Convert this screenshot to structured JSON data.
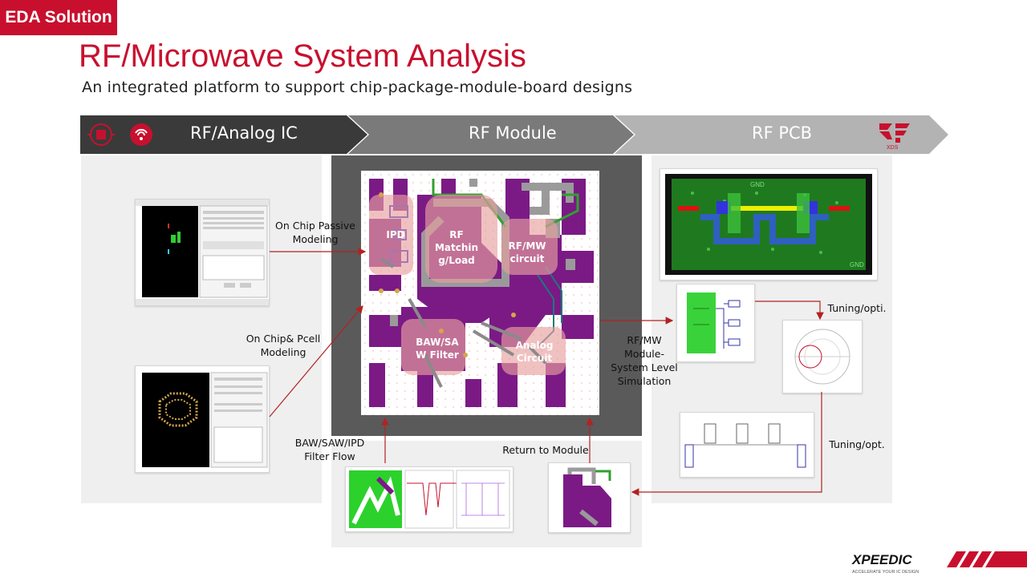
{
  "header": {
    "tag": "EDA Solution",
    "title": "RF/Microwave System Analysis",
    "subtitle": "An integrated platform to support chip-package-module-board designs"
  },
  "flow": {
    "stages": [
      {
        "label": "RF/Analog IC"
      },
      {
        "label": "RF Module"
      },
      {
        "label": "RF PCB"
      }
    ],
    "colors": {
      "dark": "#3a3a3a",
      "mid": "#7a7a7a",
      "light": "#b0b0b0",
      "accent": "#c8102e",
      "chip_purple": "#7b1a85",
      "chip_dark": "#5a5a5a"
    }
  },
  "chip_labels": {
    "ipd": "IPD",
    "rf_matching": "RF Matchin g/Load",
    "rfmw_circuit": "RF/MW circuit",
    "baw_filter": "BAW/SA W Filter",
    "analog_circuit": "Analog Circuit"
  },
  "annotations": {
    "on_chip_passive": "On Chip Passive Modeling",
    "on_chip_pcell": "On Chip& Pcell Modeling",
    "baw_flow": "BAW/SAW/IPD Filter Flow",
    "return_module": "Return to Module",
    "system_sim": "RF/MW Module-System Level Simulation",
    "tuning1": "Tuning/opti.",
    "tuning2": "Tuning/opt."
  },
  "pcb_labels": {
    "gnd_top": "GND",
    "gnd_bottom": "GND"
  },
  "logo": {
    "name": "XPEEDIC",
    "tagline": "ACCELERATE YOUR IC DESIGN",
    "stage_logo_text": "XDS"
  },
  "icons": [
    "chip-icon",
    "antenna-icon",
    "rf-logo-icon"
  ]
}
